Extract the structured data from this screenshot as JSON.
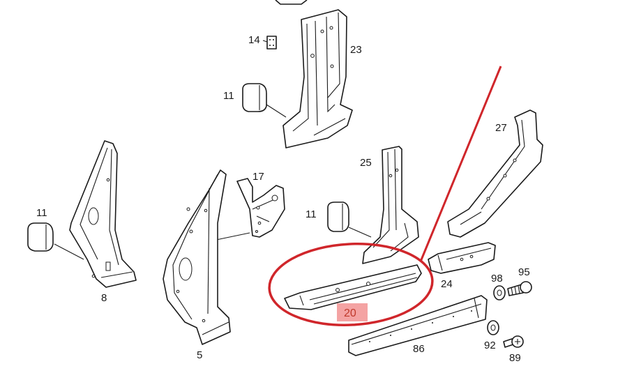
{
  "labels": {
    "p14": "14",
    "p23": "23",
    "p11a": "11",
    "p27": "27",
    "p25": "25",
    "p17": "17",
    "p11b": "11",
    "p11c": "11",
    "p8": "8",
    "p5": "5",
    "p98": "98",
    "p95": "95",
    "p24": "24",
    "p20": "20",
    "p92": "92",
    "p89": "89",
    "p86": "86"
  },
  "colors": {
    "highlight_ring": "#d0262b",
    "highlight_pointer": "#d0262b",
    "label_box": "#f4a3a3",
    "label_text": "#c0392b",
    "line": "#1a1a1a"
  },
  "highlighted_part": "20"
}
